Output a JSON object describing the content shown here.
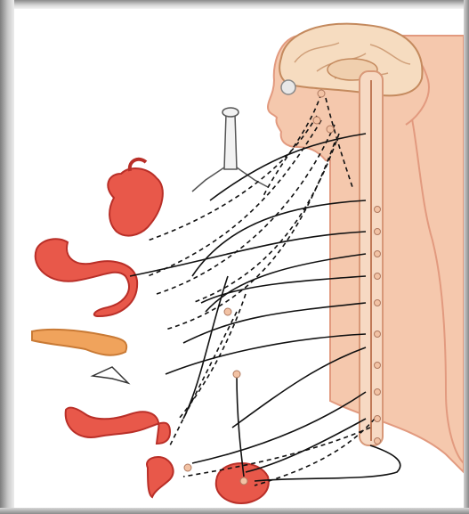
{
  "figure": {
    "subject": "autonomic-nervous-system-illustration",
    "colors": {
      "skin": "#f5c8ad",
      "skin_outline": "#e29a7f",
      "brain": "#f6dcc0",
      "organ_red": "#e8584a",
      "organ_dark": "#b92f28",
      "pancreas": "#f0a35c",
      "nerve": "#111111",
      "ganglion": "#f2c2a4",
      "frame_shadow": "#9b9b9b"
    },
    "organs": [
      {
        "id": "brain",
        "icon": "brain-icon"
      },
      {
        "id": "eye",
        "icon": "eye-icon"
      },
      {
        "id": "trachea-lungs",
        "icon": "bronchi-icon"
      },
      {
        "id": "heart",
        "icon": "heart-icon"
      },
      {
        "id": "stomach",
        "icon": "stomach-icon"
      },
      {
        "id": "pancreas",
        "icon": "pancreas-icon"
      },
      {
        "id": "liver",
        "icon": "liver-icon"
      },
      {
        "id": "colon",
        "icon": "colon-icon"
      },
      {
        "id": "kidney",
        "icon": "kidney-icon"
      },
      {
        "id": "bladder",
        "icon": "bladder-icon"
      }
    ],
    "line_styles": {
      "sympathetic": "solid",
      "parasympathetic": "dashed"
    }
  }
}
